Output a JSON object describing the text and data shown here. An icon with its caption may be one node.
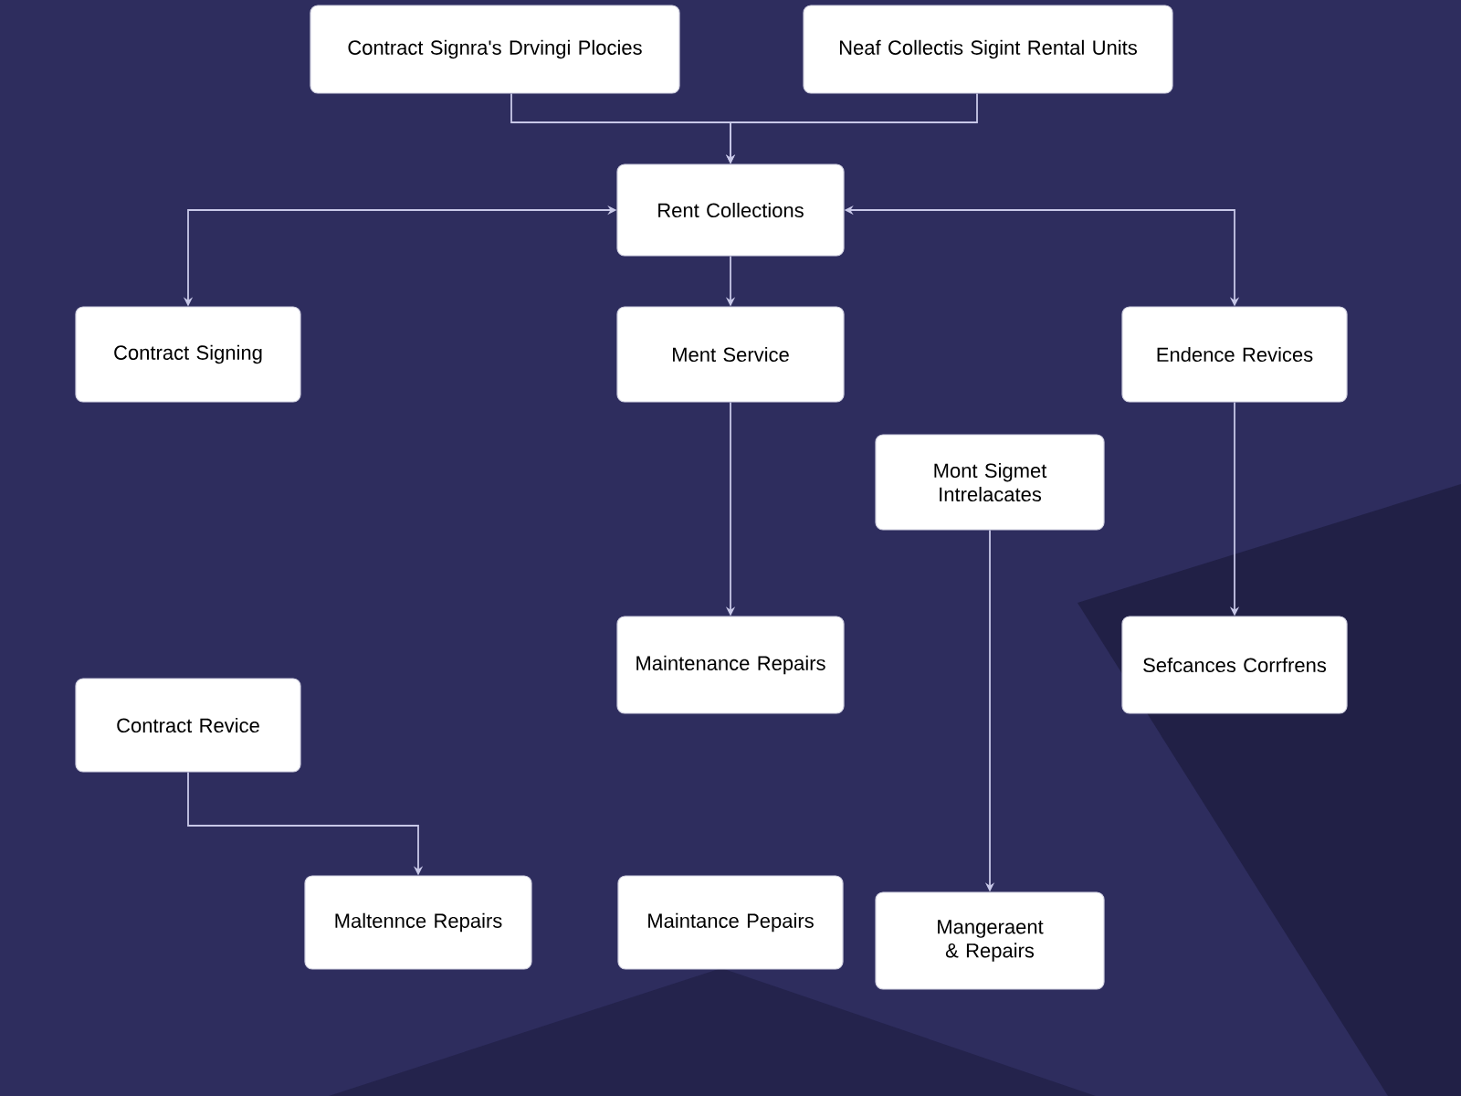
{
  "diagram": {
    "nodes": [
      {
        "text": [
          "Contract Signra's Drvingi Plocies"
        ]
      },
      {
        "text": [
          "Neaf Collectis Sigint Rental Units"
        ]
      },
      {
        "text": [
          "Rent Collections"
        ]
      },
      {
        "text": [
          "Contract Signing"
        ]
      },
      {
        "text": [
          "Ment Service"
        ]
      },
      {
        "text": [
          "Endence Revices"
        ]
      },
      {
        "text": [
          "Mont Sigmet Intrelacates"
        ]
      },
      {
        "text": [
          "Maintenance Repairs"
        ]
      },
      {
        "text": [
          "Sefcances Corrfrens"
        ]
      },
      {
        "text": [
          "Contract Revice"
        ]
      },
      {
        "text": [
          "Maltennce Repairs"
        ]
      },
      {
        "text": [
          "Maintance Pepairs"
        ]
      },
      {
        "text": [
          "Mangeraent & Repairs"
        ]
      }
    ],
    "edges": [
      {
        "from": 0,
        "to": 2,
        "arrow": "to"
      },
      {
        "from": 1,
        "to": 2,
        "arrow": "to"
      },
      {
        "from": 2,
        "to": 3,
        "arrow": "both"
      },
      {
        "from": 2,
        "to": 4,
        "arrow": "to"
      },
      {
        "from": 2,
        "to": 5,
        "arrow": "both"
      },
      {
        "from": 4,
        "to": 7,
        "arrow": "to"
      },
      {
        "from": 5,
        "to": 8,
        "arrow": "to"
      },
      {
        "from": 6,
        "to": 12,
        "arrow": "to"
      },
      {
        "from": 9,
        "to": 10,
        "arrow": "to"
      }
    ]
  }
}
